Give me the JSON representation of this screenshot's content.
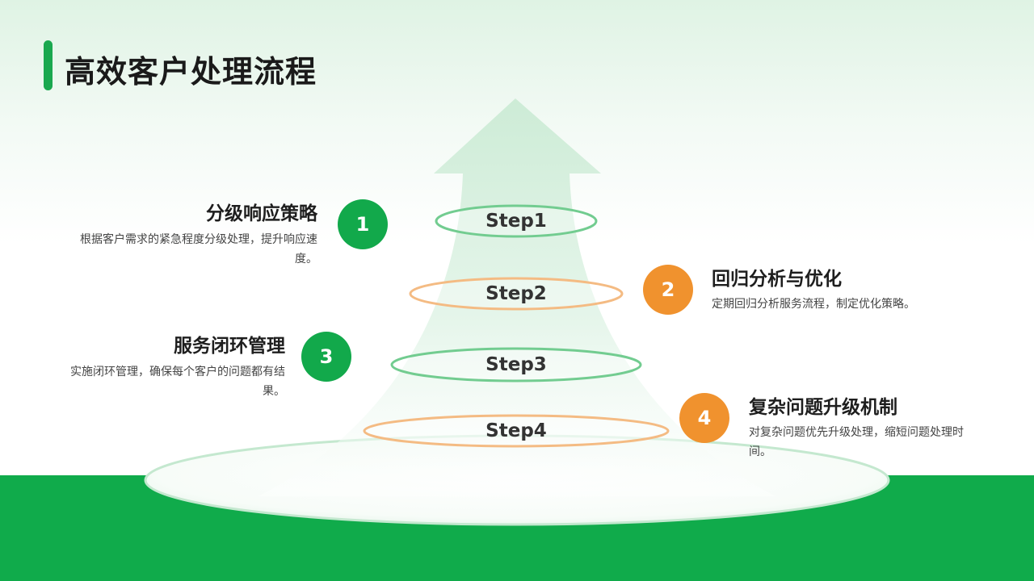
{
  "title": "高效客户处理流程",
  "colors": {
    "green": "#12a94b",
    "orange": "#f0922e",
    "ground": "#10ab4b"
  },
  "steps": [
    {
      "label": "Step1",
      "number": "1",
      "color": "green",
      "title": "分级响应策略",
      "desc": "根据客户需求的紧急程度分级处理，提升响应速度。"
    },
    {
      "label": "Step2",
      "number": "2",
      "color": "orange",
      "title": "回归分析与优化",
      "desc": "定期回归分析服务流程，制定优化策略。"
    },
    {
      "label": "Step3",
      "number": "3",
      "color": "green",
      "title": "服务闭环管理",
      "desc": "实施闭环管理，确保每个客户的问题都有结果。"
    },
    {
      "label": "Step4",
      "number": "4",
      "color": "orange",
      "title": "复杂问题升级机制",
      "desc": "对复杂问题优先升级处理，缩短问题处理时间。"
    }
  ]
}
